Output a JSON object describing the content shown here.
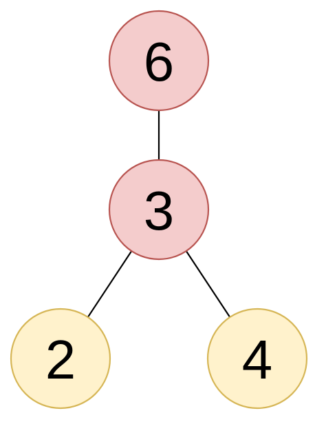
{
  "diagram": {
    "nodes": [
      {
        "id": "n6",
        "label": "6",
        "role": "root",
        "fill": "#f4cccc",
        "stroke": "#b85450"
      },
      {
        "id": "n3",
        "label": "3",
        "role": "internal",
        "fill": "#f4cccc",
        "stroke": "#b85450"
      },
      {
        "id": "n2",
        "label": "2",
        "role": "leaf",
        "fill": "#fff2cc",
        "stroke": "#d6b656"
      },
      {
        "id": "n4",
        "label": "4",
        "role": "leaf",
        "fill": "#fff2cc",
        "stroke": "#d6b656"
      }
    ],
    "edges": [
      {
        "from": "n6",
        "to": "n3"
      },
      {
        "from": "n3",
        "to": "n2"
      },
      {
        "from": "n3",
        "to": "n4"
      }
    ]
  }
}
